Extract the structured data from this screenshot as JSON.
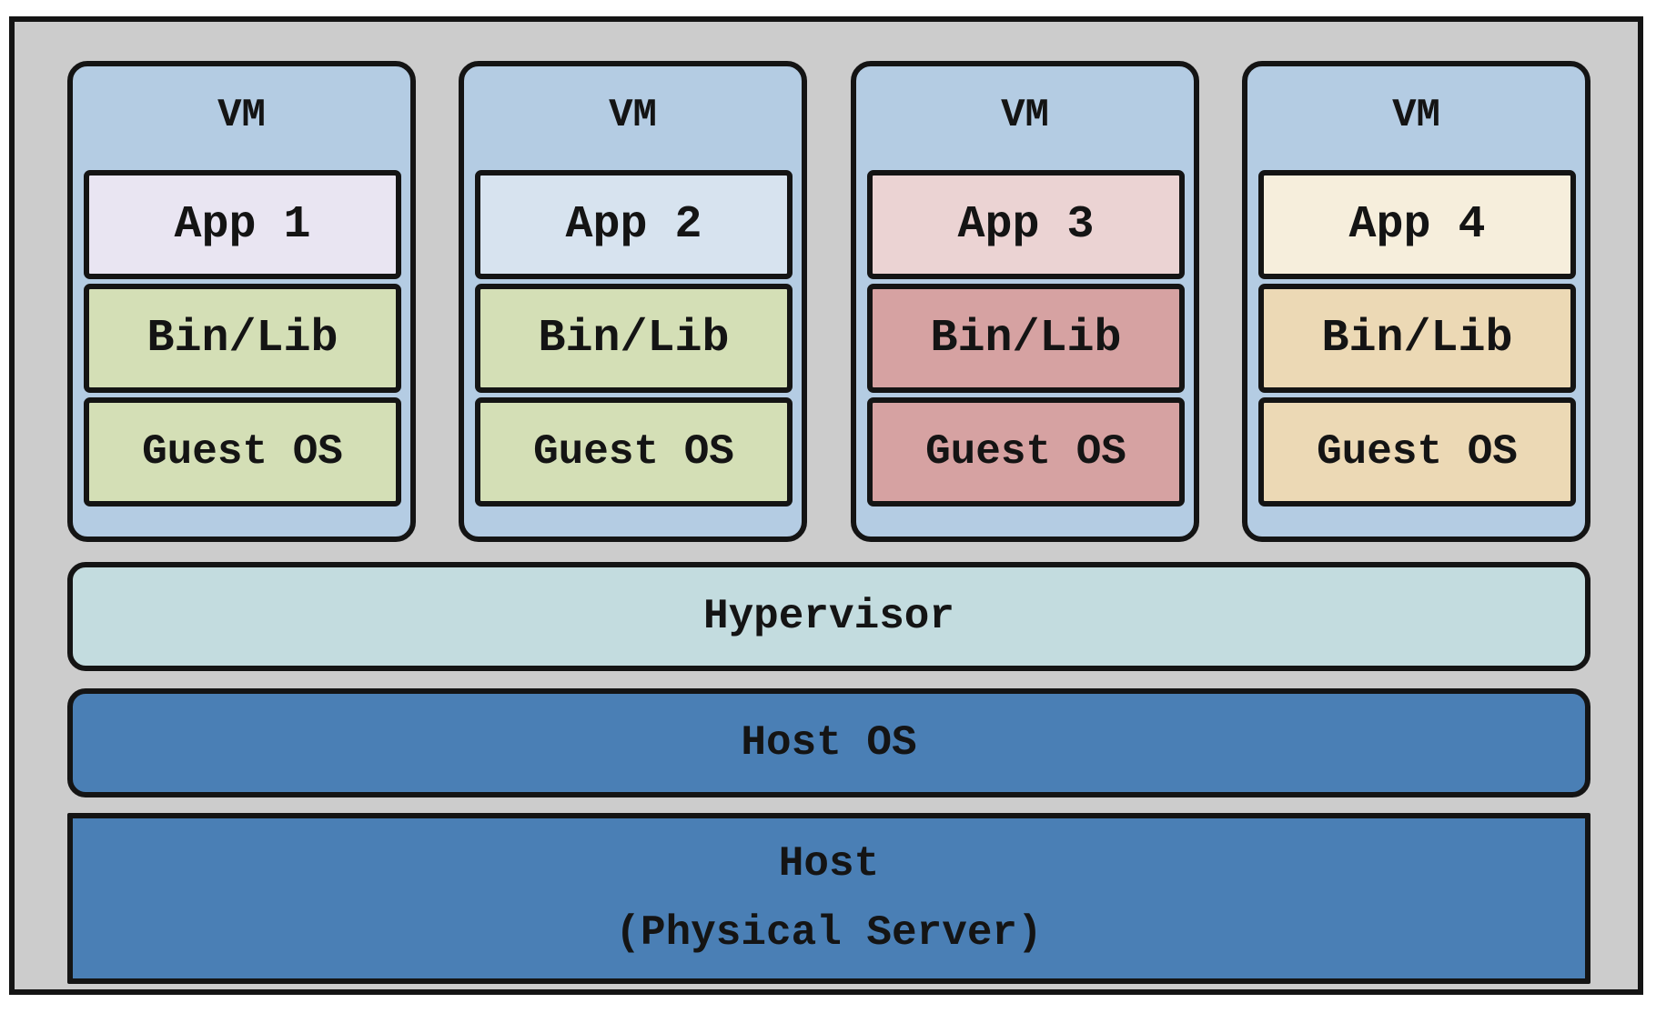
{
  "vms": [
    {
      "title": "VM",
      "app": "App 1",
      "binlib": "Bin/Lib",
      "guest_os": "Guest OS",
      "colors": {
        "app": "#e9e5f2",
        "binlib": "#d4dfb6",
        "guest_os": "#d4dfb6"
      }
    },
    {
      "title": "VM",
      "app": "App 2",
      "binlib": "Bin/Lib",
      "guest_os": "Guest OS",
      "colors": {
        "app": "#d7e3ef",
        "binlib": "#d4dfb6",
        "guest_os": "#d4dfb6"
      }
    },
    {
      "title": "VM",
      "app": "App 3",
      "binlib": "Bin/Lib",
      "guest_os": "Guest OS",
      "colors": {
        "app": "#ebd3d3",
        "binlib": "#d6a2a2",
        "guest_os": "#d6a2a2"
      }
    },
    {
      "title": "VM",
      "app": "App 4",
      "binlib": "Bin/Lib",
      "guest_os": "Guest OS",
      "colors": {
        "app": "#f6eedc",
        "binlib": "#ecd9b5",
        "guest_os": "#ecd9b5"
      }
    }
  ],
  "hypervisor": "Hypervisor",
  "host_os": "Host OS",
  "host": {
    "line1": "Host",
    "line2": "(Physical Server)"
  },
  "colors": {
    "frame": "#cccccc",
    "vm": "#b4cce3",
    "hypervisor": "#c3dcdf",
    "host": "#4a7fb5",
    "border": "#141414"
  }
}
